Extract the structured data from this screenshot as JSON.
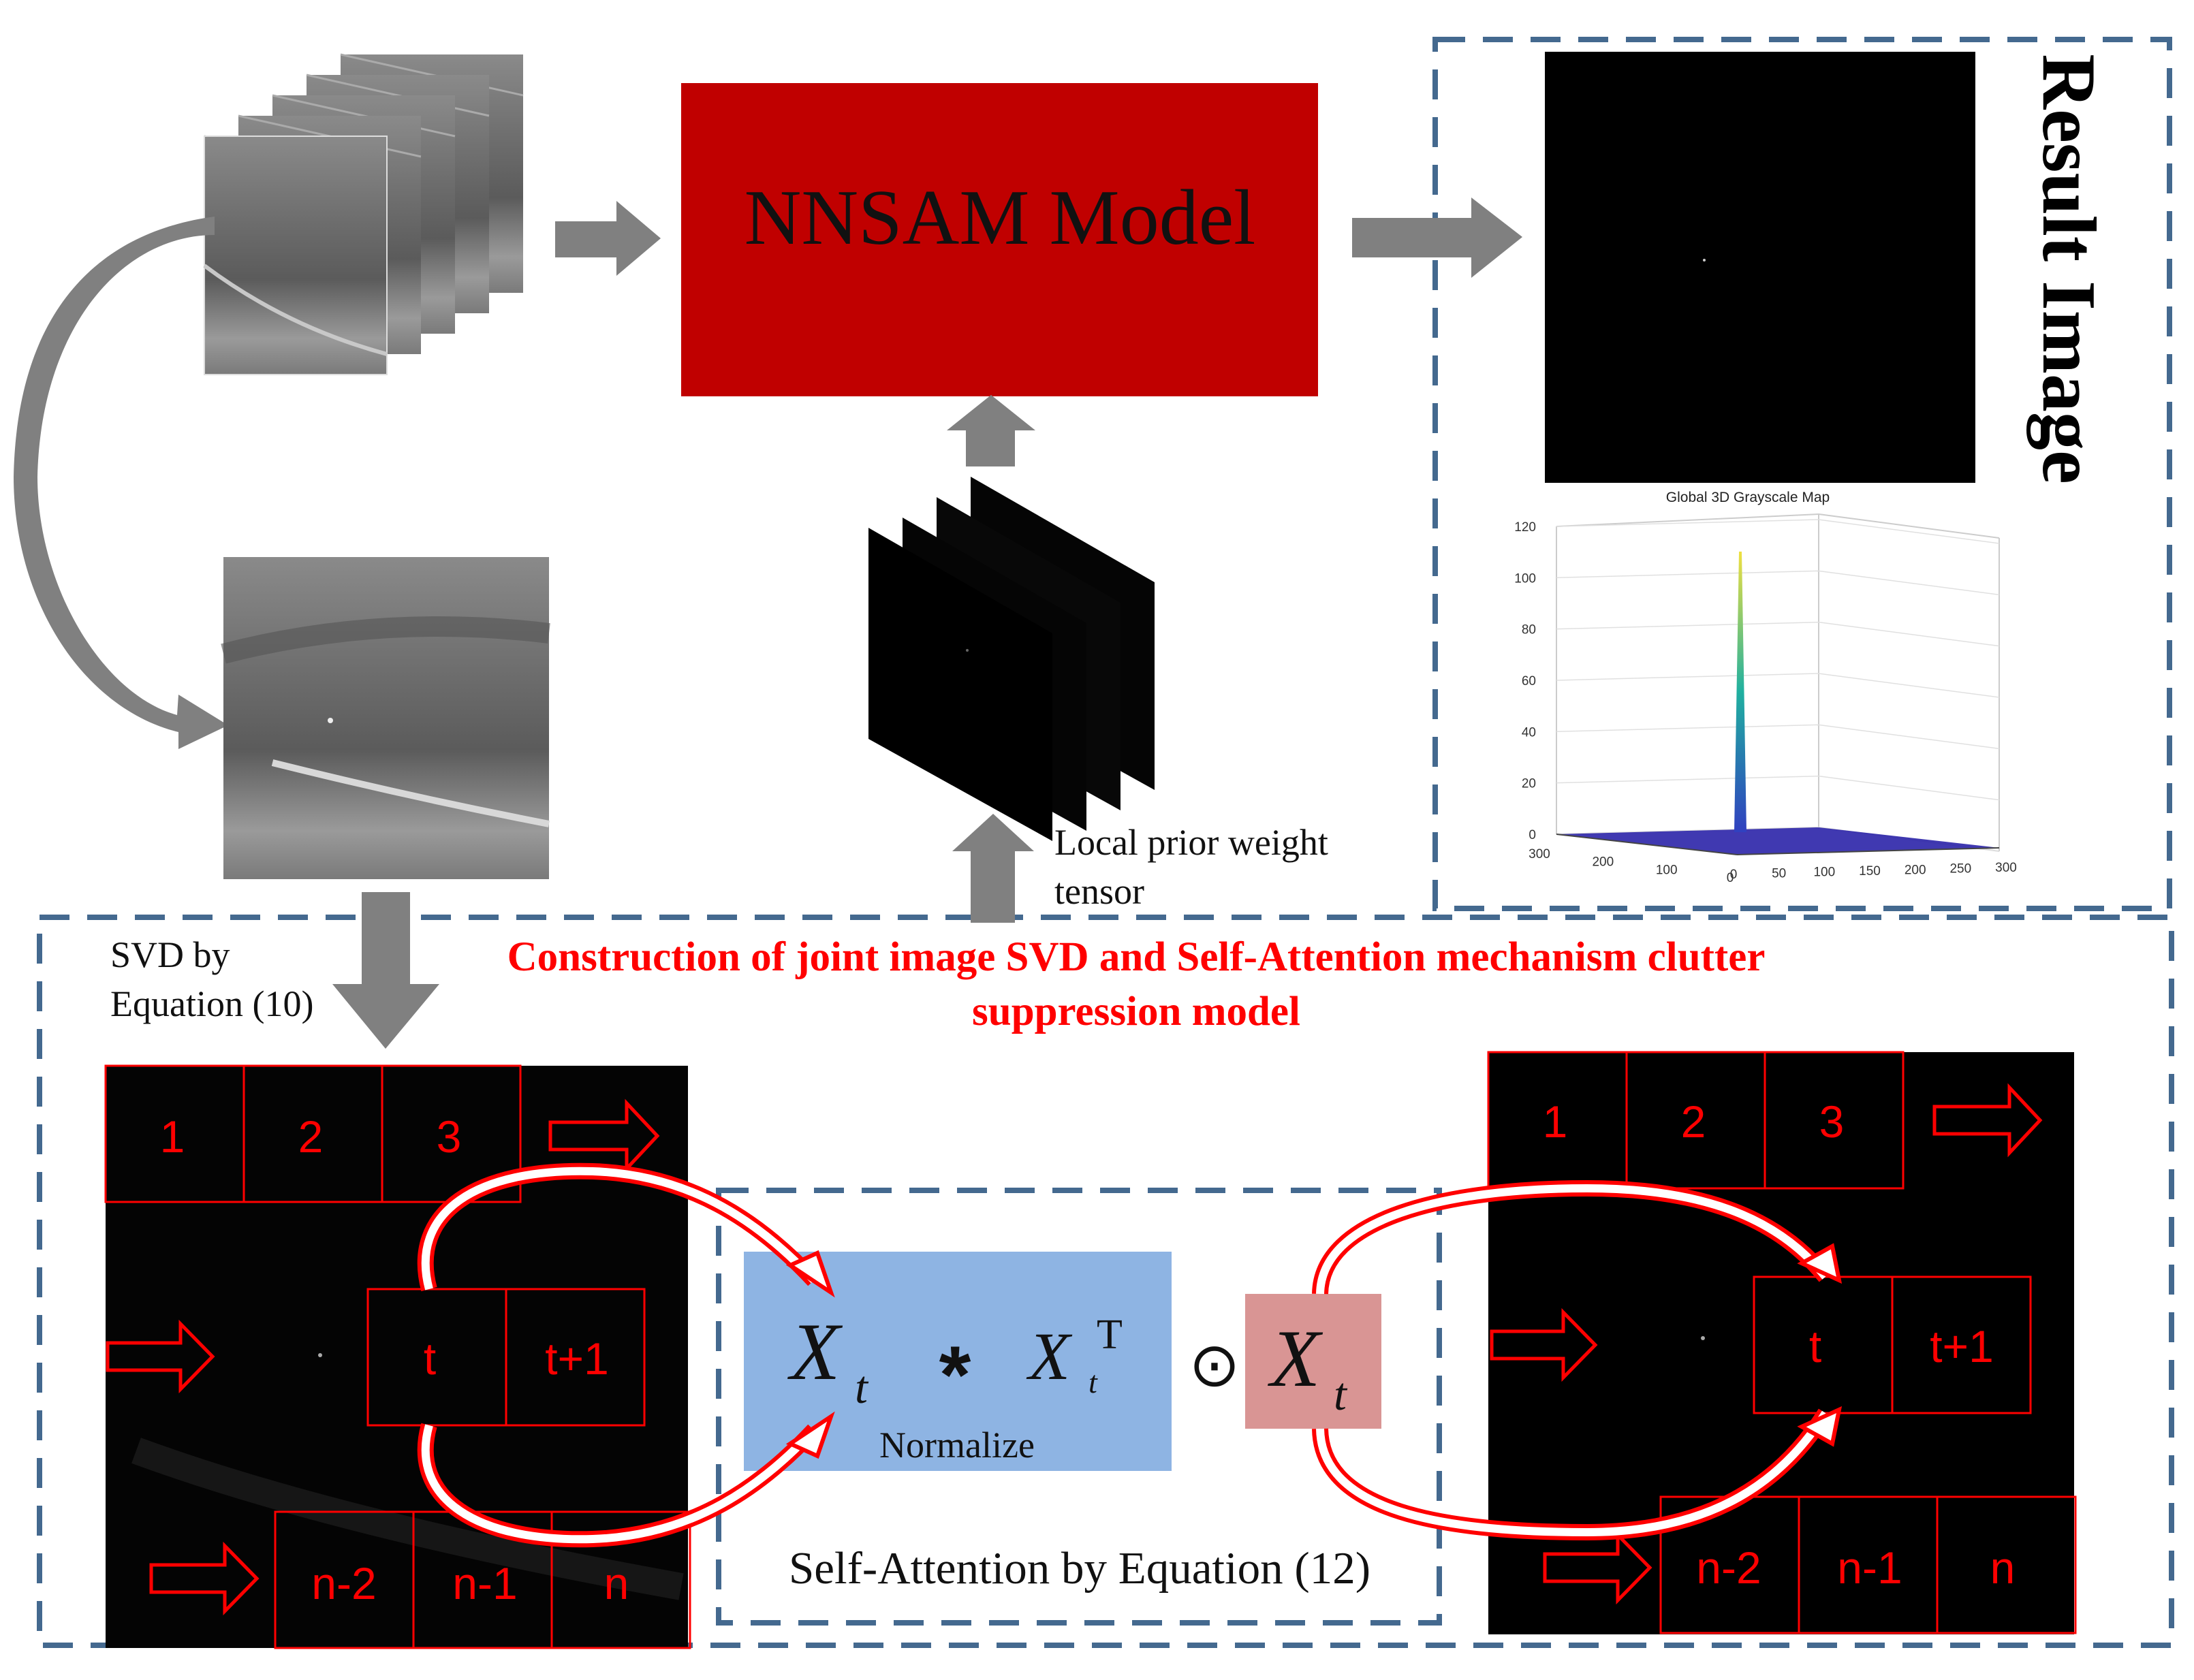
{
  "model_box": {
    "label": "NNSAM Model",
    "color": "#c00000"
  },
  "result": {
    "label": "Result Image",
    "plot_title": "Global 3D Grayscale Map",
    "z_ticks": [
      "0",
      "20",
      "40",
      "60",
      "80",
      "100",
      "120"
    ],
    "x_ticks": [
      "0",
      "50",
      "100",
      "150",
      "200",
      "250",
      "300"
    ],
    "y_ticks": [
      "300",
      "200",
      "100",
      "0"
    ]
  },
  "weight_tensor": {
    "label_line1": "Local prior weight",
    "label_line2": "tensor"
  },
  "svd": {
    "label_line1": "SVD by",
    "label_line2": "Equation (10)"
  },
  "construction": {
    "title_line1": "Construction of joint image SVD and Self-Attention mechanism clutter",
    "title_line2": "suppression model",
    "color": "#ff0000"
  },
  "left_grid": {
    "top": [
      "1",
      "2",
      "3"
    ],
    "mid": [
      "t",
      "t+1"
    ],
    "bottom": [
      "n-2",
      "n-1",
      "n"
    ]
  },
  "right_grid": {
    "top": [
      "1",
      "2",
      "3"
    ],
    "mid": [
      "t",
      "t+1"
    ],
    "bottom": [
      "n-2",
      "n-1",
      "n"
    ]
  },
  "attention": {
    "formula_x": "X",
    "formula_sub": "t",
    "formula_star": "*",
    "formula_sup": "T",
    "formula_odot": "⊙",
    "normalize": "Normalize",
    "label": "Self-Attention by Equation (12)",
    "blue_color": "#8eb4e3",
    "pink_color": "#d99594"
  },
  "colors": {
    "dash": "#44698f",
    "arrow_gray": "#808080",
    "grid_red": "#ff0000"
  }
}
